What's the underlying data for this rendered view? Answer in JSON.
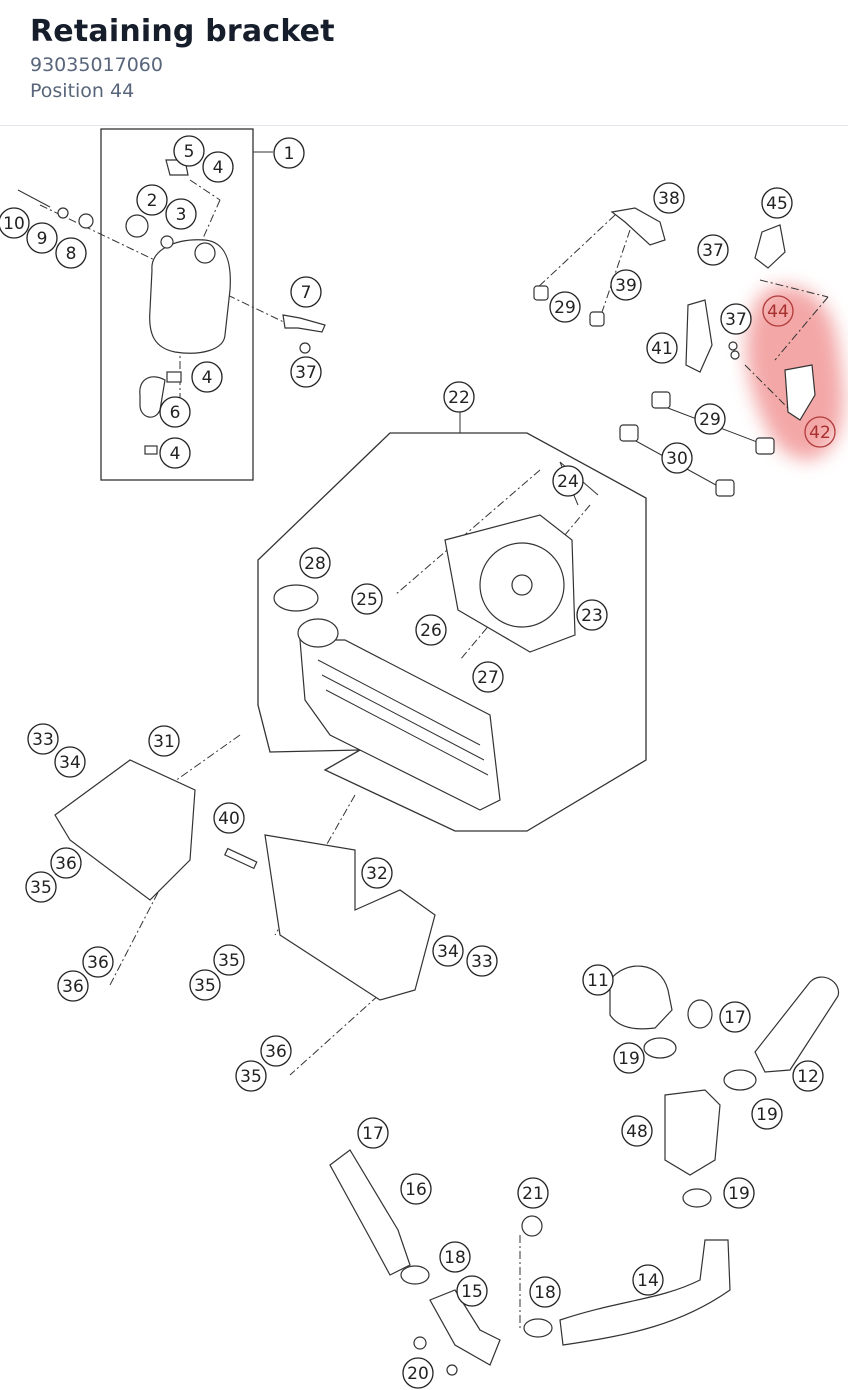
{
  "header": {
    "title": "Retaining bracket",
    "part_number": "93035017060",
    "position": "Position 44"
  },
  "highlight": {
    "color": "#f08a8a",
    "labels": [
      "44",
      "42"
    ]
  },
  "callouts": [
    {
      "label": "1"
    },
    {
      "label": "5"
    },
    {
      "label": "4"
    },
    {
      "label": "2"
    },
    {
      "label": "3"
    },
    {
      "label": "10"
    },
    {
      "label": "9"
    },
    {
      "label": "8"
    },
    {
      "label": "7"
    },
    {
      "label": "37"
    },
    {
      "label": "4"
    },
    {
      "label": "6"
    },
    {
      "label": "4"
    },
    {
      "label": "38"
    },
    {
      "label": "45"
    },
    {
      "label": "37"
    },
    {
      "label": "39"
    },
    {
      "label": "29"
    },
    {
      "label": "44"
    },
    {
      "label": "37"
    },
    {
      "label": "41"
    },
    {
      "label": "29"
    },
    {
      "label": "42"
    },
    {
      "label": "30"
    },
    {
      "label": "22"
    },
    {
      "label": "24"
    },
    {
      "label": "28"
    },
    {
      "label": "25"
    },
    {
      "label": "23"
    },
    {
      "label": "26"
    },
    {
      "label": "27"
    },
    {
      "label": "33"
    },
    {
      "label": "31"
    },
    {
      "label": "34"
    },
    {
      "label": "40"
    },
    {
      "label": "36"
    },
    {
      "label": "35"
    },
    {
      "label": "32"
    },
    {
      "label": "34"
    },
    {
      "label": "33"
    },
    {
      "label": "36"
    },
    {
      "label": "35"
    },
    {
      "label": "36"
    },
    {
      "label": "35"
    },
    {
      "label": "36"
    },
    {
      "label": "35"
    },
    {
      "label": "11"
    },
    {
      "label": "17"
    },
    {
      "label": "19"
    },
    {
      "label": "12"
    },
    {
      "label": "19"
    },
    {
      "label": "48"
    },
    {
      "label": "19"
    },
    {
      "label": "17"
    },
    {
      "label": "16"
    },
    {
      "label": "21"
    },
    {
      "label": "18"
    },
    {
      "label": "15"
    },
    {
      "label": "18"
    },
    {
      "label": "14"
    },
    {
      "label": "20"
    }
  ]
}
